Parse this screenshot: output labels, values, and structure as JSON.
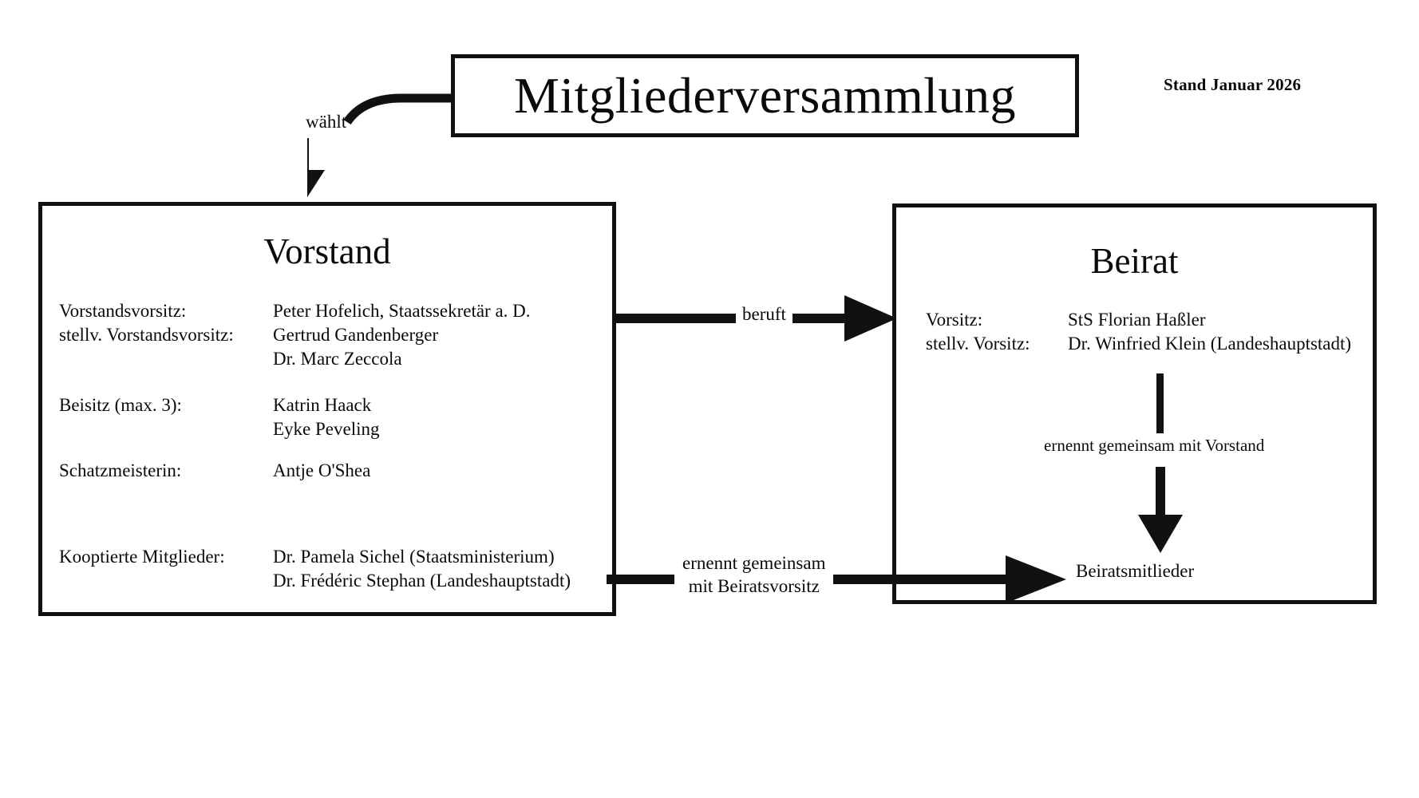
{
  "meta": {
    "date_stamp": "Stand Januar 2026"
  },
  "assembly": {
    "title": "Mitgliederversammlung"
  },
  "board": {
    "title": "Vorstand",
    "rosters": [
      {
        "label": "Vorstandsvorsitz:",
        "values": [
          "Peter Hofelich, Staatssekretär a. D."
        ]
      },
      {
        "label": "stellv. Vorstandsvorsitz:",
        "values": [
          "Gertrud Gandenberger",
          "Dr. Marc Zeccola"
        ]
      },
      {
        "label": "Beisitz (max. 3):",
        "values": [
          "Katrin Haack",
          "Eyke Peveling"
        ]
      },
      {
        "label": "Schatzmeisterin:",
        "values": [
          "Antje O'Shea"
        ]
      },
      {
        "label": "Kooptierte Mitglieder:",
        "values": [
          "Dr. Pamela Sichel (Staatsministerium)",
          "Dr. Frédéric Stephan (Landeshauptstadt)"
        ]
      }
    ]
  },
  "advisory": {
    "title": "Beirat",
    "rosters": [
      {
        "label": "Vorsitz:",
        "values": [
          "StS Florian Haßler"
        ]
      },
      {
        "label": "stellv. Vorsitz:",
        "values": [
          "Dr. Winfried Klein (Landeshauptstadt)"
        ]
      }
    ],
    "members_node": "Beiratsmitlieder",
    "internal_edge_label": "ernennt gemeinsam mit Vorstand"
  },
  "edges": {
    "waehlt": "wählt",
    "beruft": "beruft",
    "ernennt_line1": "ernennt gemeinsam",
    "ernennt_line2": "mit Beiratsvorsitz"
  },
  "colors": {
    "ink": "#111111",
    "paper": "#ffffff"
  }
}
